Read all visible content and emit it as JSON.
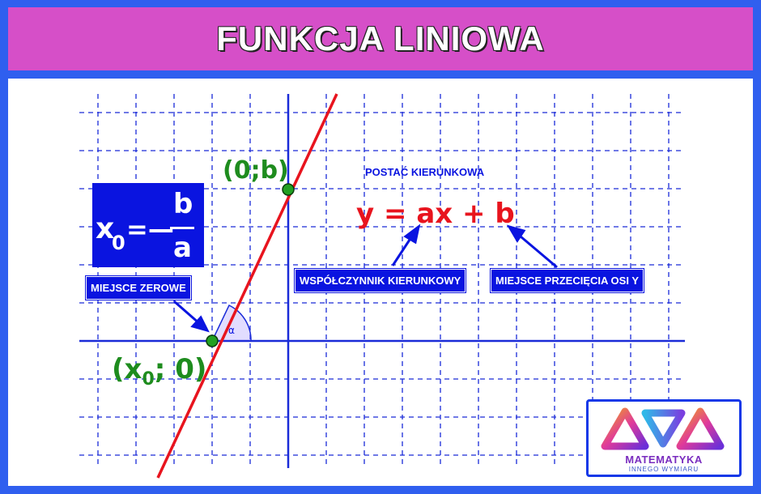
{
  "header": {
    "title": "FUNKCJA LINIOWA"
  },
  "points": {
    "y_intercept": "(0;b)",
    "zero_x": "x",
    "zero_sub": "0",
    "zero_rest": "; 0)",
    "zero_open": "("
  },
  "formula_x0": {
    "x": "x",
    "sub": "0",
    "eq": "=—",
    "num": "b",
    "den": "a"
  },
  "labels": {
    "postac": "POSTAĆ KIERUNKOWA",
    "equation": "y = ax + b",
    "miejsce_zerowe": "MIEJSCE ZEROWE",
    "wspolczynnik": "WSPÓŁCZYNNIK KIERUNKOWY",
    "przeciecie": "MIEJSCE PRZECIĘCIA OSI Y",
    "alpha": "α"
  },
  "logo": {
    "line1": "MATEMATYKA",
    "line2": "INNEGO WYMIARU"
  },
  "colors": {
    "frame": "#2f5fef",
    "header": "#d64fc8",
    "grid": "#1a2bd8",
    "line": "#e8141e",
    "point": "#1e8c1e",
    "label_bg": "#0a14e0"
  }
}
